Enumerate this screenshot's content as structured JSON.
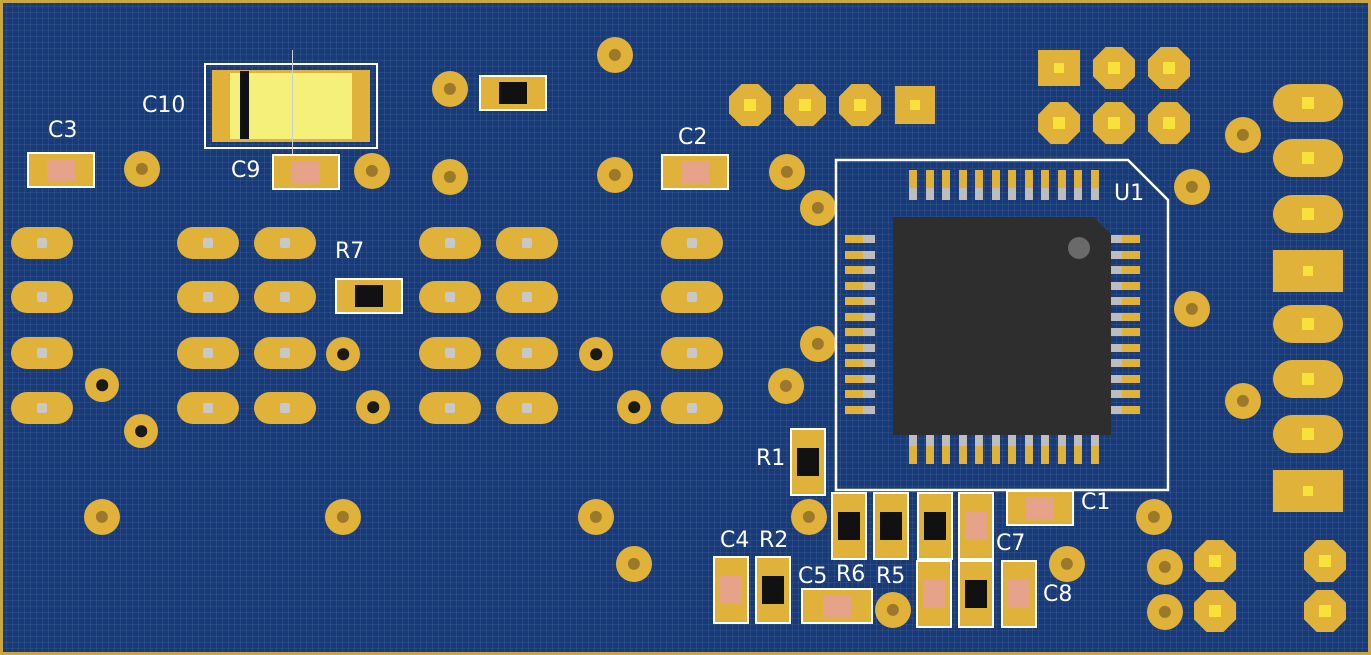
{
  "components": {
    "c10": "C10",
    "c3": "C3",
    "c9": "C9",
    "c2": "C2",
    "r7": "R7",
    "u1": "U1",
    "r1": "R1",
    "c1": "C1",
    "c4": "C4",
    "r2": "R2",
    "c5": "C5",
    "r6": "R6",
    "r5": "R5",
    "c7": "C7",
    "c8": "C8"
  },
  "colors": {
    "board": "#173a78",
    "copper": "#e0b23a",
    "silkscreen": "#ffffff",
    "chip": "#2e2e2e",
    "ceramic": "#e7a28a",
    "resistor": "#111111"
  }
}
